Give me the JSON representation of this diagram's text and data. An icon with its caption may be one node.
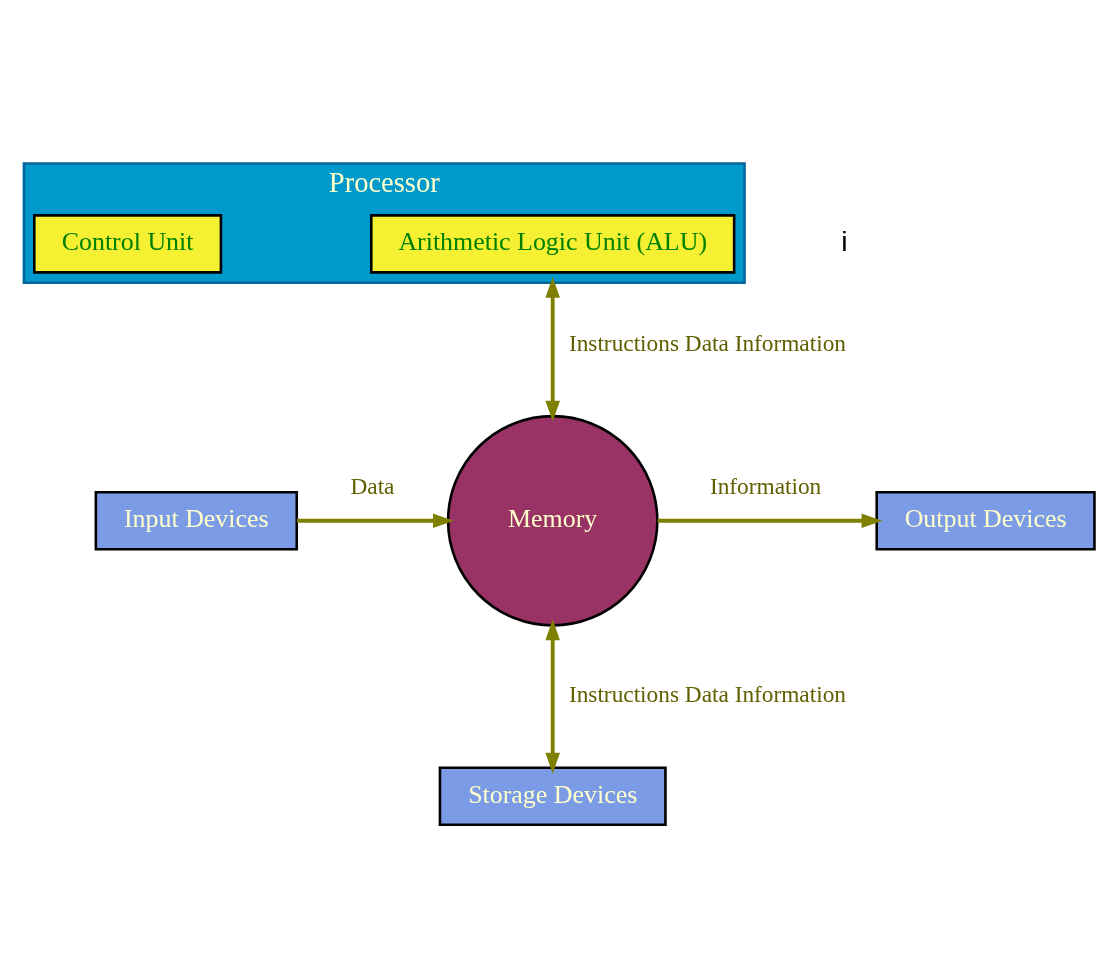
{
  "diagram": {
    "nodes": [
      {
        "text": [
          "Processor"
        ]
      },
      {
        "text": [
          "Control Unit"
        ],
        "in": 0
      },
      {
        "text": [
          "Arithmetic Logic Unit (ALU)"
        ],
        "in": 0
      },
      {
        "text": [
          "Input Devices"
        ]
      },
      {
        "text": [
          "Memory"
        ]
      },
      {
        "text": [
          "Output Devices"
        ]
      },
      {
        "text": [
          "Storage Devices"
        ]
      }
    ],
    "edges": [
      {
        "from": 0,
        "to": 4,
        "arrow": "both",
        "label": "Instructions Data Information"
      },
      {
        "from": 3,
        "to": 4,
        "arrow": "to",
        "label": "Data"
      },
      {
        "from": 4,
        "to": 5,
        "arrow": "to",
        "label": "Information"
      },
      {
        "from": 4,
        "to": 6,
        "arrow": "both",
        "label": "Instructions Data Information"
      }
    ],
    "labels": [
      "i"
    ]
  }
}
